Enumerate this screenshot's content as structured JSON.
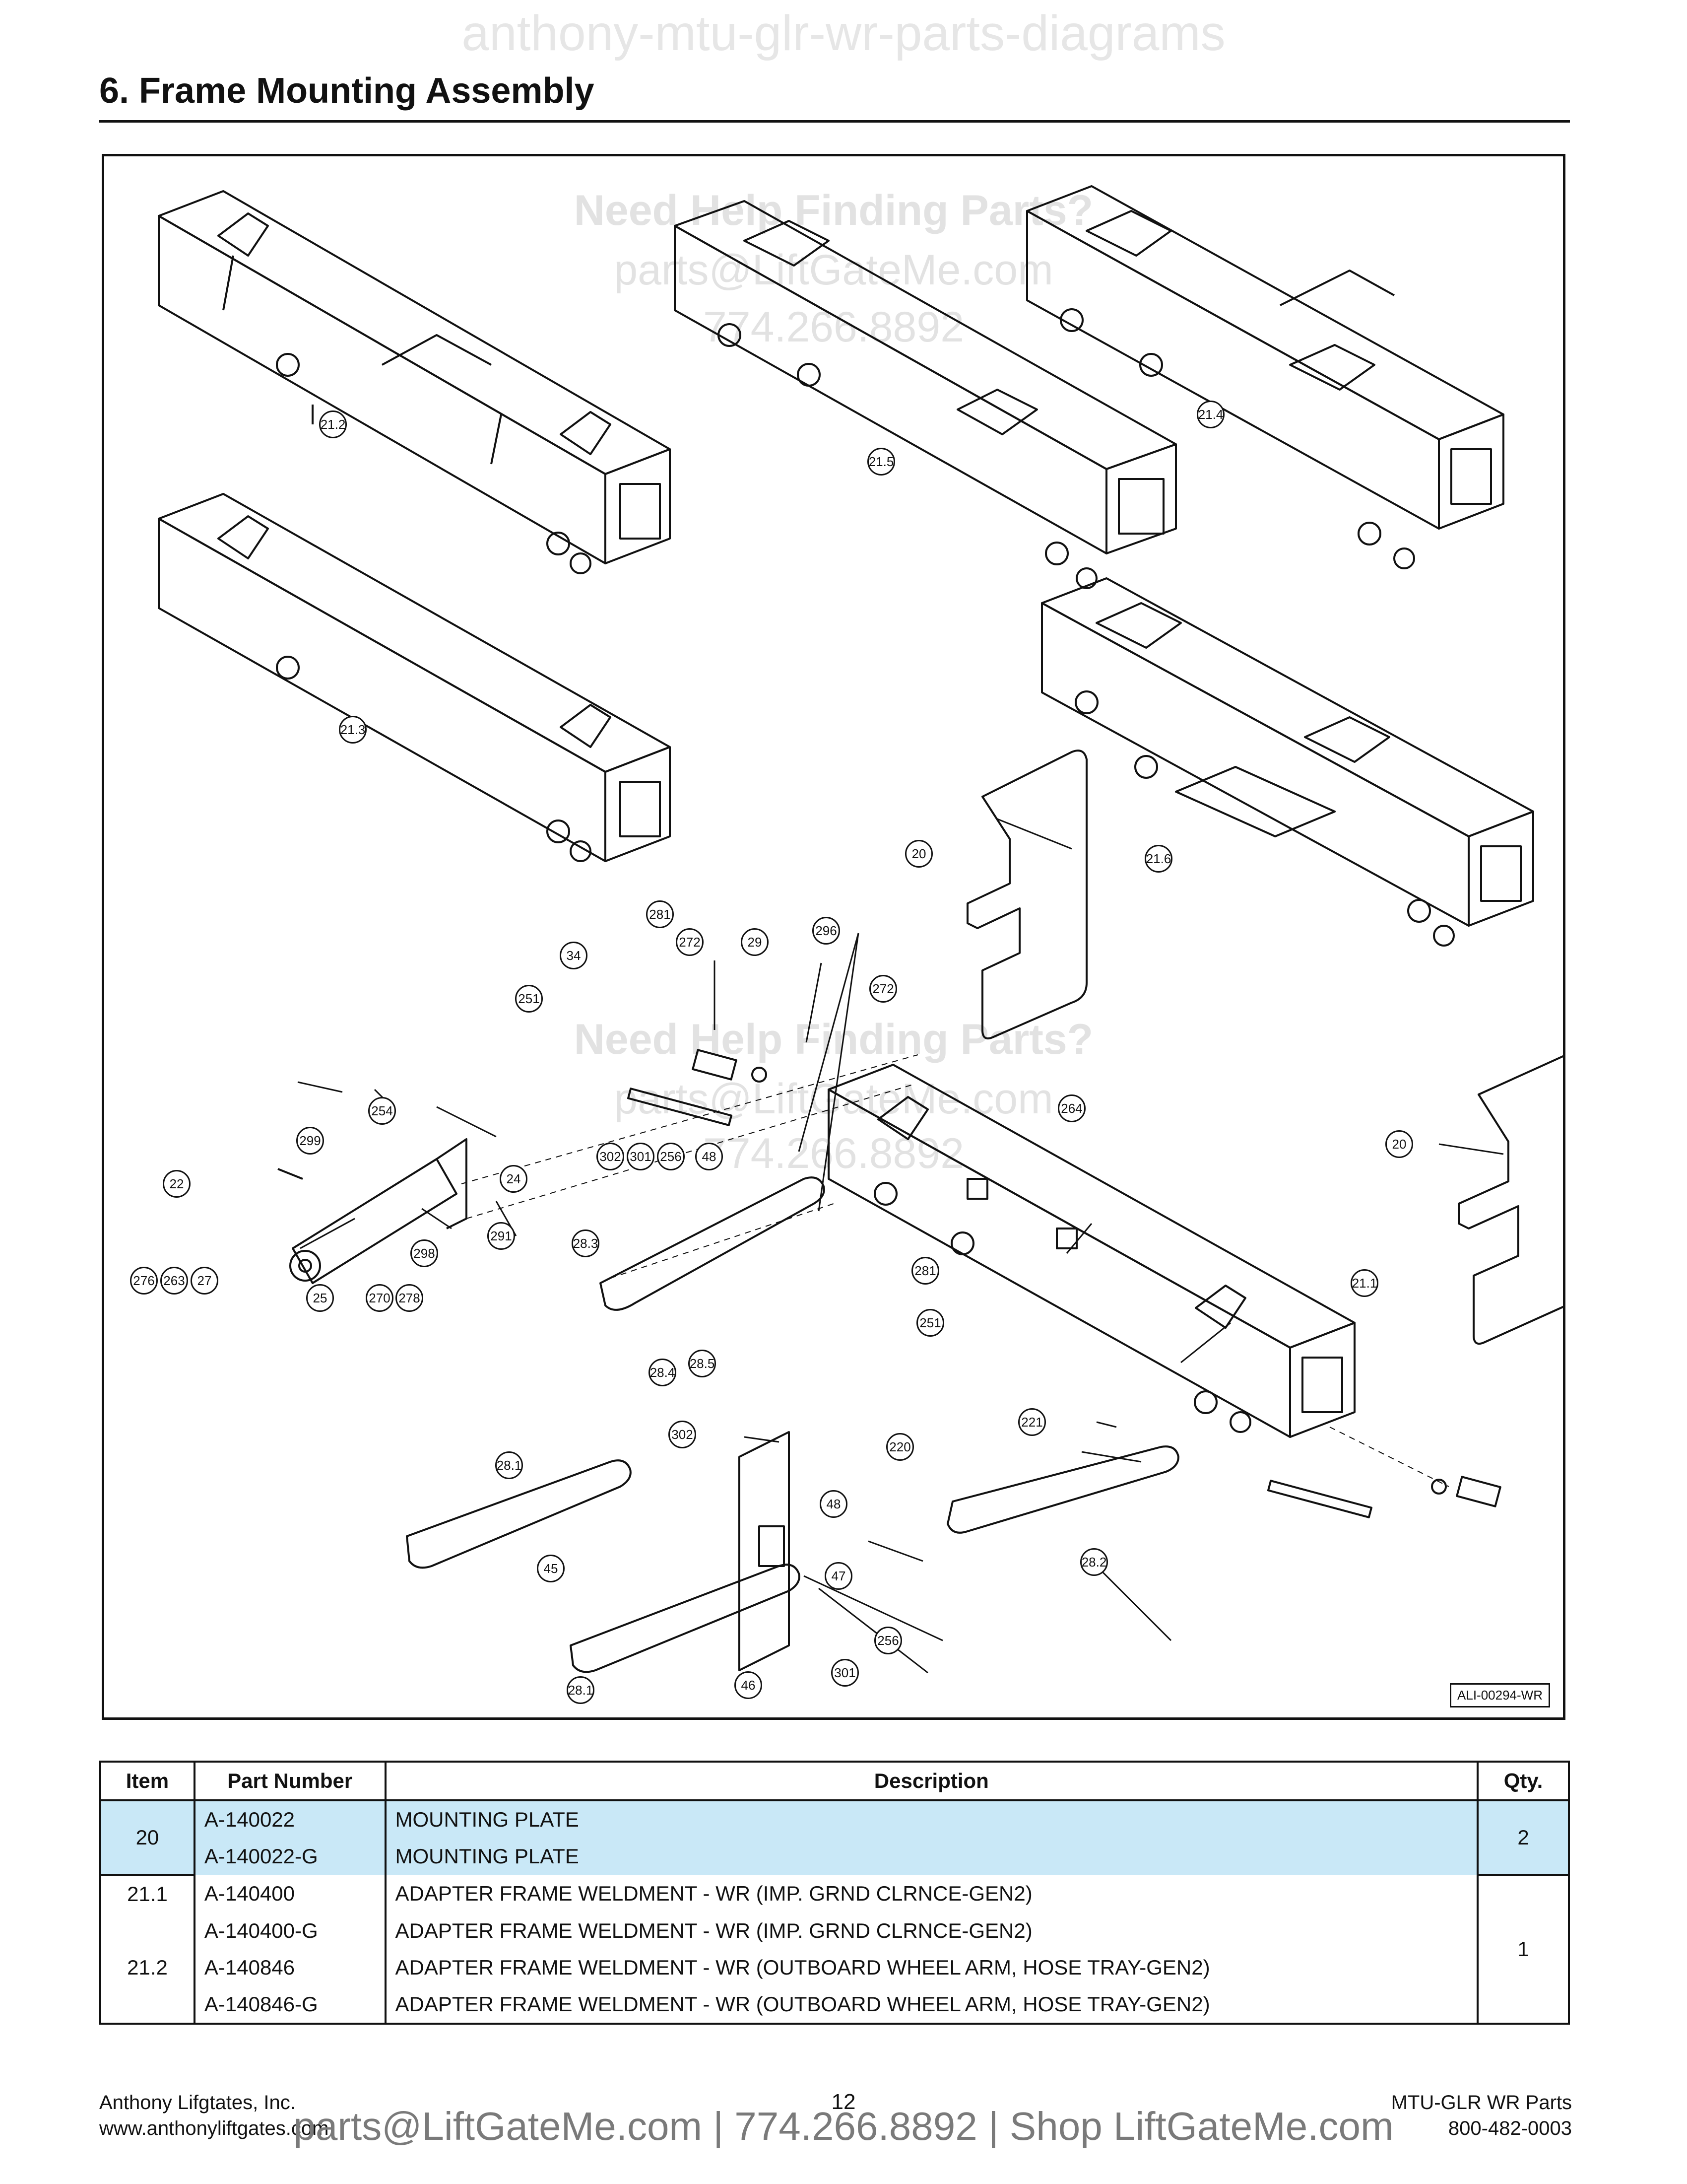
{
  "watermark_top": "anthony-mtu-glr-wr-parts-diagrams",
  "section_title": "6.   Frame Mounting Assembly",
  "diagram": {
    "watermark": {
      "line1": "Need Help Finding Parts?",
      "line2": "parts@LiftGateMe.com",
      "line3": "774.266.8892"
    },
    "drawing_id": "ALI-00294-WR",
    "callouts": [
      "21.2",
      "21.5",
      "21.4",
      "21.3",
      "21.6",
      "20",
      "20",
      "281",
      "272",
      "29",
      "296",
      "34",
      "251",
      "272",
      "264",
      "254",
      "299",
      "22",
      "24",
      "291",
      "298",
      "276",
      "263",
      "27",
      "25",
      "270",
      "278",
      "302",
      "301",
      "256",
      "48",
      "28.3",
      "28.4",
      "28.5",
      "281",
      "251",
      "21.1",
      "28.1",
      "45",
      "302",
      "48",
      "47",
      "256",
      "301",
      "46",
      "28.1",
      "220",
      "221",
      "28.2"
    ]
  },
  "table": {
    "headers": [
      "Item",
      "Part Number",
      "Description",
      "Qty."
    ],
    "rows": [
      {
        "item": "20",
        "parts": [
          {
            "number": "A-140022",
            "description": "MOUNTING PLATE"
          },
          {
            "number": "A-140022-G",
            "description": "MOUNTING PLATE"
          }
        ],
        "qty": "2"
      },
      {
        "item": "21.1",
        "parts": [
          {
            "number": "A-140400",
            "description": "ADAPTER FRAME WELDMENT - WR (IMP. GRND CLRNCE-GEN2)"
          },
          {
            "number": "A-140400-G",
            "description": "ADAPTER FRAME WELDMENT - WR (IMP. GRND CLRNCE-GEN2)"
          }
        ],
        "qty": "1"
      },
      {
        "item": "21.2",
        "parts": [
          {
            "number": "A-140846",
            "description": "ADAPTER FRAME WELDMENT - WR (OUTBOARD WHEEL ARM, HOSE TRAY-GEN2)"
          },
          {
            "number": "A-140846-G",
            "description": "ADAPTER FRAME WELDMENT - WR (OUTBOARD WHEEL ARM, HOSE TRAY-GEN2)"
          }
        ]
      }
    ]
  },
  "footer": {
    "company": "Anthony Lifgtates, Inc.",
    "website": "www.anthonyliftgates.com",
    "page": "12",
    "manual": "MTU-GLR WR Parts",
    "phone": "800-482-0003",
    "banner": "parts@LiftGateMe.com | 774.266.8892 | Shop LiftGateMe.com"
  }
}
